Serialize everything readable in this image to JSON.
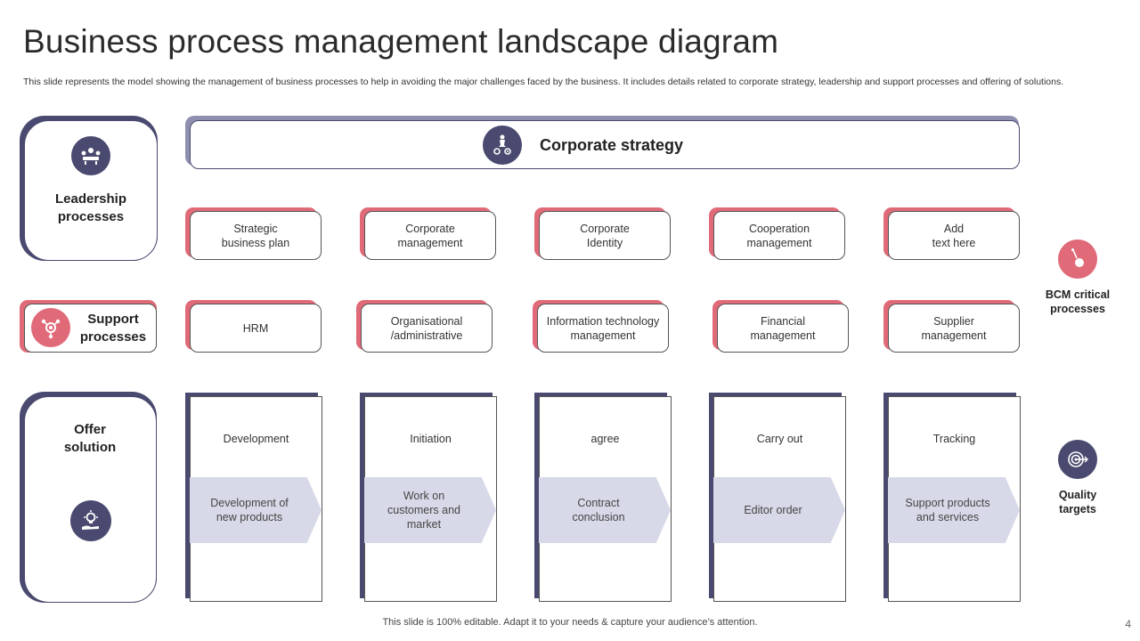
{
  "title": "Business process management landscape diagram",
  "subtitle": "This slide represents the model showing the management of business processes to help in avoiding the major challenges faced by the business. It includes details related to corporate strategy, leadership and support processes and offering of solutions.",
  "left_panels": {
    "leadership": "Leadership processes",
    "support": "Support processes",
    "offer": "Offer solution"
  },
  "corporate_strategy": "Corporate strategy",
  "leadership_boxes": [
    {
      "label": "Strategic\nbusiness plan"
    },
    {
      "label": "Corporate\nmanagement"
    },
    {
      "label": "Corporate\nIdentity"
    },
    {
      "label": "Cooperation\nmanagement"
    },
    {
      "label": "Add\ntext here"
    }
  ],
  "support_boxes": [
    {
      "label": "HRM"
    },
    {
      "label": "Organisational\n/administrative"
    },
    {
      "label": "Information  technology\nmanagement"
    },
    {
      "label": "Financial\nmanagement"
    },
    {
      "label": "Supplier\nmanagement"
    }
  ],
  "offer_columns": [
    {
      "heading": "Development",
      "arrow": "Development  of\nnew products"
    },
    {
      "heading": "Initiation",
      "arrow": "Work on\ncustomers and\nmarket"
    },
    {
      "heading": "agree",
      "arrow": "Contract\nconclusion"
    },
    {
      "heading": "Carry out",
      "arrow": "Editor order"
    },
    {
      "heading": "Tracking",
      "arrow": "Support products\nand services"
    }
  ],
  "right_items": {
    "bcm": "BCM critical\nprocesses",
    "quality": "Quality\ntargets"
  },
  "icons": {
    "leadership": "team-meeting-icon",
    "support": "network-support-icon",
    "offer": "idea-hand-icon",
    "strategy": "chess-strategy-icon",
    "bcm": "pin-target-icon",
    "quality": "target-arrow-icon"
  },
  "colors": {
    "navy": "#4a4a70",
    "pink": "#e06a78",
    "chevron": "#d8d9e8"
  },
  "footer": "This slide is 100% editable. Adapt it to your needs & capture your audience’s attention.",
  "page_number": "4"
}
